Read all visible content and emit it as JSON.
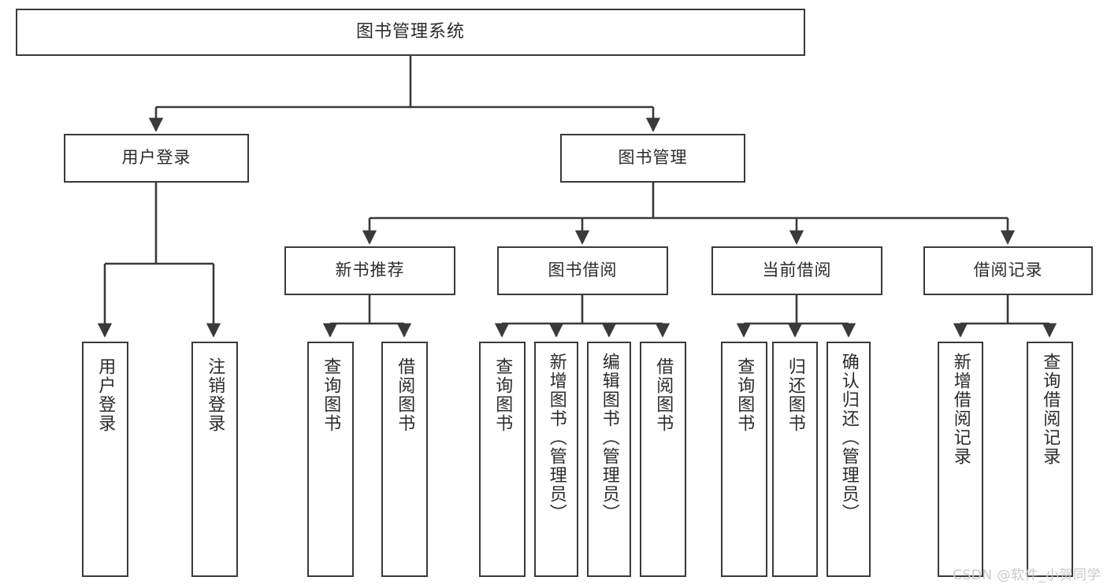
{
  "diagram": {
    "title": "图书管理系统",
    "type": "hierarchy-tree",
    "root": {
      "label": "图书管理系统"
    },
    "level1": [
      {
        "label": "用户登录"
      },
      {
        "label": "图书管理"
      }
    ],
    "level2": [
      {
        "label": "新书推荐"
      },
      {
        "label": "图书借阅"
      },
      {
        "label": "当前借阅"
      },
      {
        "label": "借阅记录"
      }
    ],
    "leaves": {
      "user_login": [
        {
          "label": "用户登录"
        },
        {
          "label": "注销登录"
        }
      ],
      "new_book_recommend": [
        {
          "label": "查询图书"
        },
        {
          "label": "借阅图书"
        }
      ],
      "book_borrow": [
        {
          "label": "查询图书"
        },
        {
          "label": "新增图书（管理员）"
        },
        {
          "label": "编辑图书（管理员）"
        },
        {
          "label": "借阅图书"
        }
      ],
      "current_borrow": [
        {
          "label": "查询图书"
        },
        {
          "label": "归还图书"
        },
        {
          "label": "确认归还（管理员）"
        }
      ],
      "borrow_record": [
        {
          "label": "新增借阅记录"
        },
        {
          "label": "查询借阅记录"
        }
      ]
    }
  },
  "watermark": {
    "text": "CSDN @软件_小贺同学"
  },
  "colors": {
    "box_border": "#3a3a3a",
    "box_fill": "#ffffff",
    "text": "#2b2b2b",
    "connector": "#3a3a3a",
    "watermark": "#c9c9c9"
  }
}
